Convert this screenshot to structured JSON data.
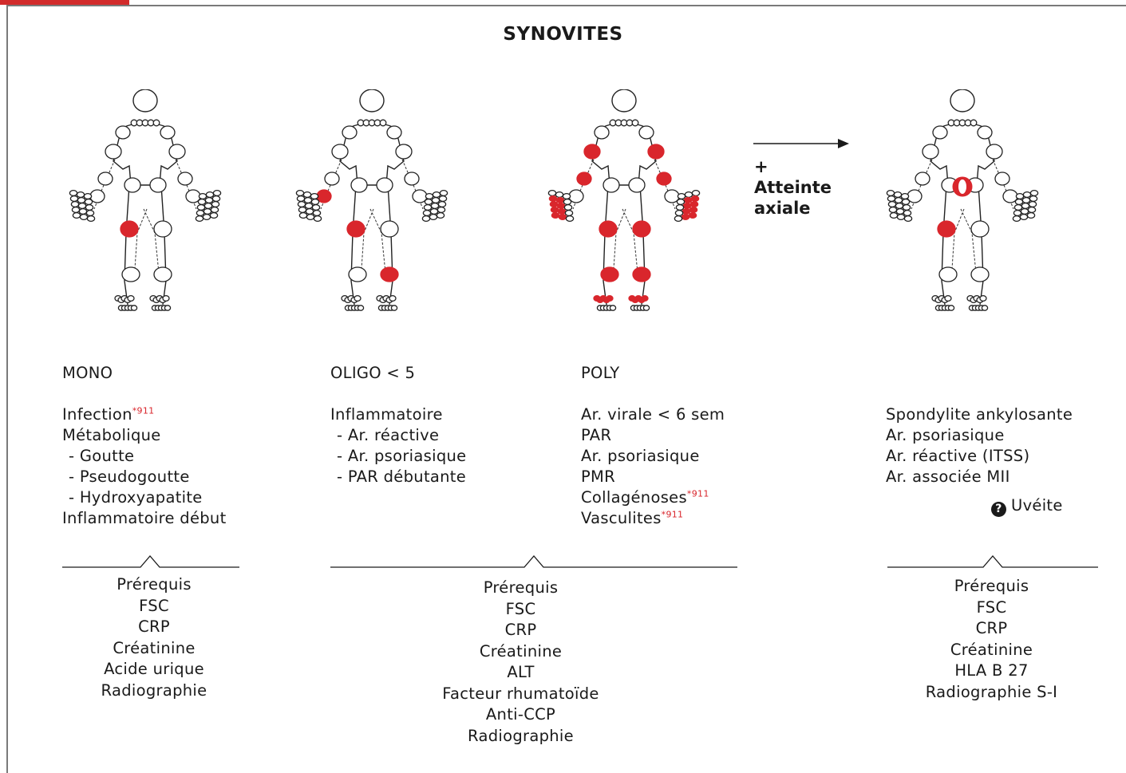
{
  "title": "SYNOVITES",
  "arrow": {
    "plus": "+",
    "label_line1": "Atteinte",
    "label_line2": "axiale"
  },
  "colors": {
    "accent": "#d9262c",
    "frame": "#7a7a7a",
    "text": "#1a1a1a"
  },
  "columns": [
    {
      "heading": "MONO",
      "items": [
        {
          "text": "Infection",
          "sup": "*911"
        },
        {
          "text": "Métabolique"
        },
        {
          "text": "  - Goutte"
        },
        {
          "text": "  - Pseudogoutte"
        },
        {
          "text": "  - Hydroxyapatite"
        },
        {
          "text": "Inflammatoire début"
        }
      ],
      "tests": [
        "Prérequis",
        "FSC",
        "CRP",
        "Créatinine",
        "Acide urique",
        "Radiographie"
      ]
    },
    {
      "heading": "OLIGO < 5",
      "items": [
        {
          "text": "Inflammatoire"
        },
        {
          "text": "  - Ar. réactive"
        },
        {
          "text": "  - Ar. psoriasique"
        },
        {
          "text": "  - PAR débutante"
        }
      ]
    },
    {
      "heading": "POLY",
      "items": [
        {
          "text": "Ar. virale < 6 sem"
        },
        {
          "text": "PAR"
        },
        {
          "text": "Ar. psoriasique"
        },
        {
          "text": "PMR"
        },
        {
          "text": "Collagénoses",
          "sup": "*911"
        },
        {
          "text": "Vasculites",
          "sup": "*911"
        }
      ],
      "tests": [
        "Prérequis",
        "FSC",
        "CRP",
        "Créatinine",
        "ALT",
        "Facteur rhumatoïde",
        "Anti-CCP",
        "Radiographie"
      ]
    },
    {
      "heading": "",
      "items": [
        {
          "text": "Spondylite ankylosante"
        },
        {
          "text": "Ar. psoriasique"
        },
        {
          "text": "Ar. réactive (ITSS)"
        },
        {
          "text": "Ar. associée MII"
        }
      ],
      "note": {
        "icon": "question-circle-icon",
        "text": "Uvéite"
      },
      "tests": [
        "Prérequis",
        "FSC",
        "CRP",
        "Créatinine",
        "HLA B 27",
        "Radiographie S-I"
      ]
    }
  ]
}
